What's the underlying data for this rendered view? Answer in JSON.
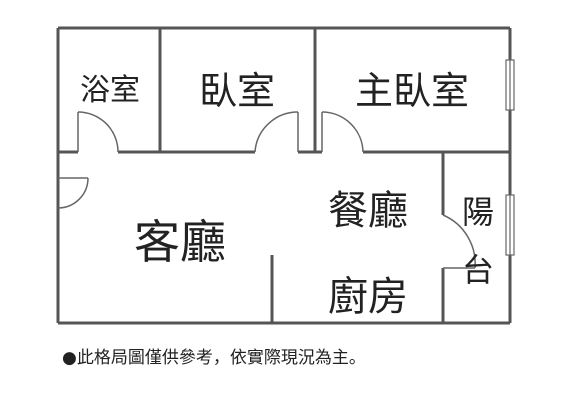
{
  "rooms": {
    "bathroom": "浴室",
    "bedroom": "臥室",
    "master_bedroom": "主臥室",
    "living_room": "客廳",
    "dining_room": "餐廳",
    "kitchen": "廚房",
    "balcony_top": "陽",
    "balcony_bottom": "台"
  },
  "note": "●此格局圖僅供參考，依實際現況為主。",
  "colors": {
    "wall": "#555555",
    "line": "#666666",
    "text": "#222222",
    "background": "#ffffff"
  }
}
